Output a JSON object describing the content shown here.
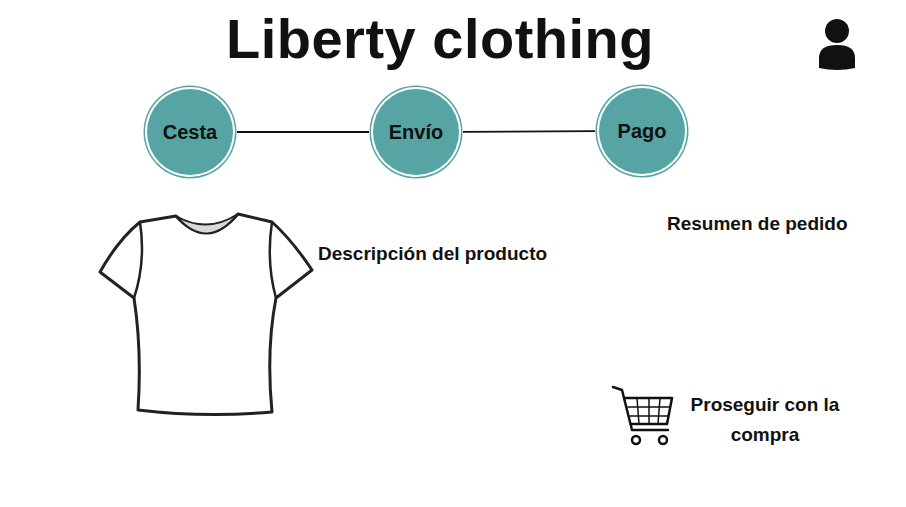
{
  "diagram": {
    "title": "Liberty clothing",
    "nodes": [
      {
        "text": [
          "Cesta"
        ]
      },
      {
        "text": [
          "Envío"
        ]
      },
      {
        "text": [
          "Pago"
        ]
      }
    ],
    "edges": [
      {
        "from": 0,
        "to": 1,
        "arrow": "none"
      },
      {
        "from": 1,
        "to": 2,
        "arrow": "none"
      }
    ],
    "labels": [
      "Descripción del producto",
      "Resumen de pedido",
      "Proseguir con la compra"
    ]
  }
}
